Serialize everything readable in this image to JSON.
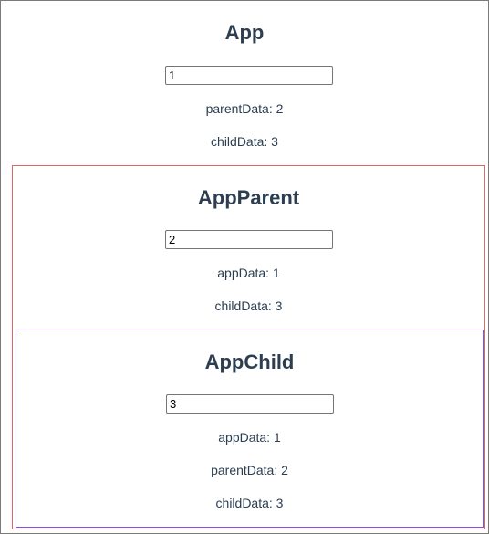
{
  "app": {
    "title": "App",
    "input_value": "1",
    "lines": [
      "parentData: 2",
      "childData: 3"
    ]
  },
  "parent": {
    "title": "AppParent",
    "input_value": "2",
    "lines": [
      "appData: 1",
      "childData: 3"
    ]
  },
  "child": {
    "title": "AppChild",
    "input_value": "3",
    "lines": [
      "appData: 1",
      "parentData: 2",
      "childData: 3"
    ]
  },
  "colors": {
    "text": "#2c3e50",
    "parent_border": "#e06666",
    "child_border": "#6b5cf6"
  }
}
